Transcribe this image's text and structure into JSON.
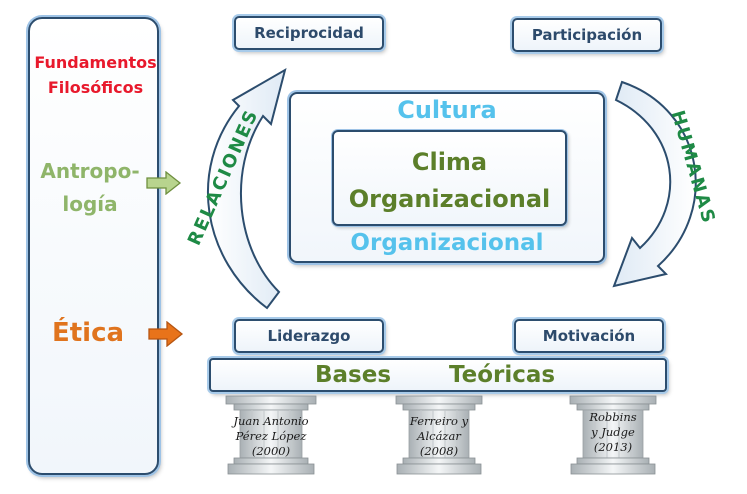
{
  "left_panel": {
    "fundamentos_line1": "Fundamentos",
    "fundamentos_line2": "Filosóficos",
    "antropologia_line1": "Antropo-",
    "antropologia_line2": "logía",
    "etica": "Ética"
  },
  "top": {
    "reciprocidad": "Reciprocidad",
    "participacion": "Participación"
  },
  "curves": {
    "left_label": "RELACIONES",
    "right_label": "HUMANAS"
  },
  "center": {
    "cultura": "Cultura",
    "organizacional": "Organizacional",
    "clima_line1": "Clima",
    "clima_line2": "Organizacional"
  },
  "bottom": {
    "liderazgo": "Liderazgo",
    "motivacion": "Motivación",
    "bases": "Bases",
    "teoricas": "Teóricas"
  },
  "pillars": [
    {
      "line1": "Juan Antonio",
      "line2": "Pérez López",
      "line3": "(2000)"
    },
    {
      "line1": "Ferreiro y",
      "line2": "Alcázar",
      "line3": "(2008)"
    },
    {
      "line1": "Robbins",
      "line2": "y Judge",
      "line3": "(2013)"
    }
  ],
  "colors": {
    "red": "#e8192c",
    "light_green": "#8fb56a",
    "orange": "#e0741e",
    "dark_green": "#5c7f2a",
    "cyan": "#55c2ec",
    "navy": "#2d4a6b",
    "arrow_green": "#1e8a45"
  }
}
